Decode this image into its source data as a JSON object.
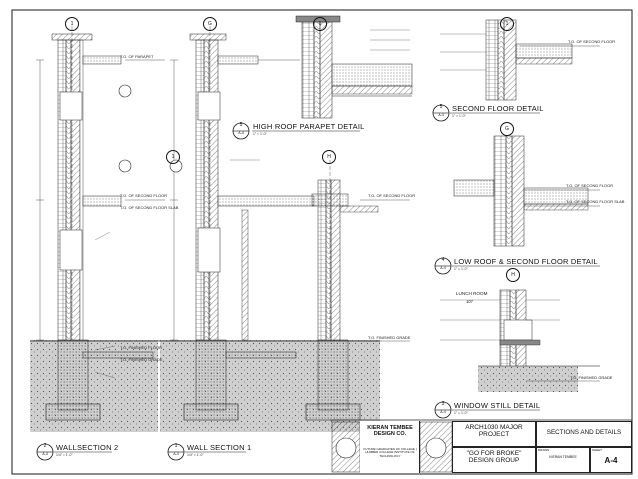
{
  "details": [
    {
      "number": "5",
      "sheet": "A-4",
      "title": "HIGH ROOF PARAPET DETAIL",
      "scale": "1\" = 1'-0\""
    },
    {
      "number": "5",
      "sheet": "A-4",
      "title": "SECOND FLOOR DETAIL",
      "scale": "1\" = 1'-0\""
    },
    {
      "number": "4",
      "sheet": "A-4",
      "title": "LOW ROOF & SECOND FLOOR DETAIL",
      "scale": "1\" = 1'-0\""
    },
    {
      "number": "3",
      "sheet": "A-4",
      "title": "WINDOW STILL DETAIL",
      "scale": "1\" = 1'-0\""
    },
    {
      "number": "2",
      "sheet": "A-4",
      "title": "WALLSECTION 2",
      "scale": "1/4\" = 1'-0\""
    },
    {
      "number": "1",
      "sheet": "A-4",
      "title": "WALL SECTION 1",
      "scale": "1/4\" = 1'-0\""
    }
  ],
  "grid_bubbles": [
    "1",
    "G",
    "1",
    "1",
    "G",
    "1",
    "H",
    "H"
  ],
  "levels": {
    "top_of_second_floor": "T.O. OF SECOND FLOOR",
    "top_of_second_floor_slab": "T.O. OF SECOND FLOOR SLAB",
    "top_of_finished_grade": "T.O. FINISHED GRADE",
    "top_of_parapet": "T.O. OF PARAPET",
    "top_of_finished_floor": "T.O. FINISHED FLOOR"
  },
  "room_tag": {
    "name": "LUNCH ROOM",
    "number": "107"
  },
  "title_block": {
    "firm_name": "KIERAN TEMBEE DESIGN CO.",
    "firm_tagline": "FUTURE GRADUATES OF COLLEGE | HUMBER COLLEGE INSTITUTE OF TECHNOLOGY",
    "project_label": "ARCH1030 MAJOR PROJECT",
    "project_name": "\"GO FOR BROKE\" DESIGN GROUP",
    "sheet_title": "SECTIONS AND DETAILS",
    "drawn_label": "DRAWN",
    "drawn_value": "KIERAN TEMBEE",
    "sheet_no_label": "SHEET",
    "sheet_no": "A-4"
  },
  "colors": {
    "line": "#1a1a1a",
    "hatch": "#555555",
    "fill_gray": "#bdbdbd"
  }
}
